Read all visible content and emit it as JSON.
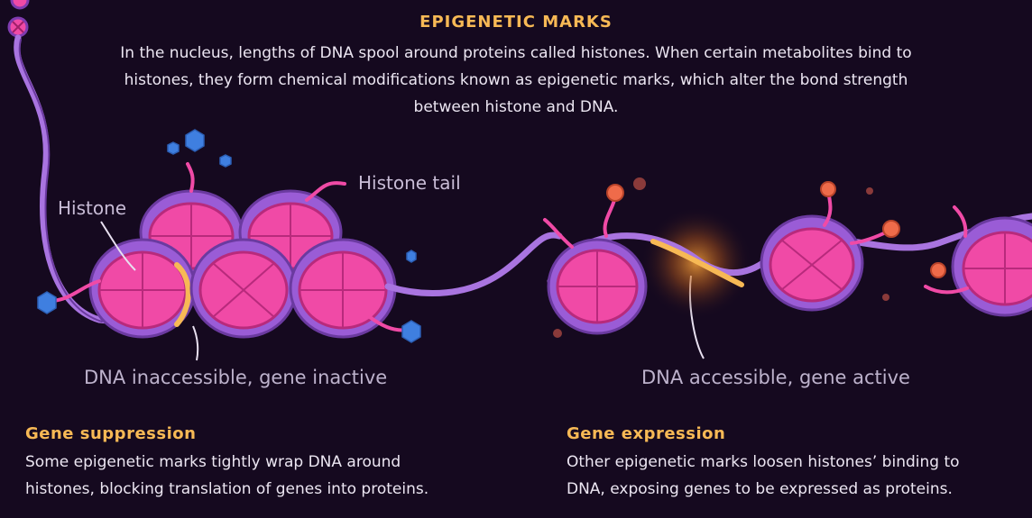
{
  "header": {
    "title": "EPIGENETIC MARKS",
    "intro": "In the nucleus, lengths of DNA spool around proteins called histones. When certain metabolites bind to histones, they form chemical modifications known as epigenetic marks, which alter the bond strength between histone and DNA."
  },
  "labels": {
    "histone": "Histone",
    "histone_tail": "Histone tail",
    "inaccessible": "DNA inaccessible, gene inactive",
    "accessible": "DNA accessible, gene active"
  },
  "suppression": {
    "heading": "Gene suppression",
    "body": "Some epigenetic marks tightly wrap DNA around histones, blocking translation of genes into proteins."
  },
  "expression": {
    "heading": "Gene expression",
    "body": "Other epigenetic marks loosen histones’ binding to DNA, exposing genes to be expressed as proteins."
  },
  "colors": {
    "background": "#15091f",
    "accent": "#f7b955",
    "dna": "#a974e0",
    "histone": "#f04aa6",
    "mark_blue": "#3f7fe0",
    "mark_orange": "#ef6b4a"
  }
}
